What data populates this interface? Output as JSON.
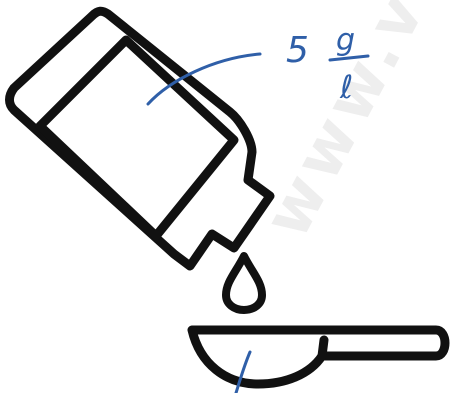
{
  "watermark": {
    "text": "www.v"
  },
  "annotation": {
    "number": "5",
    "fraction_numerator": "g",
    "fraction_denominator": "ℓ",
    "ink_color": "#2f5fa8"
  },
  "icons": [
    "bottle-icon",
    "drop-icon",
    "measuring-spoon-icon"
  ],
  "line_color": "#111111"
}
